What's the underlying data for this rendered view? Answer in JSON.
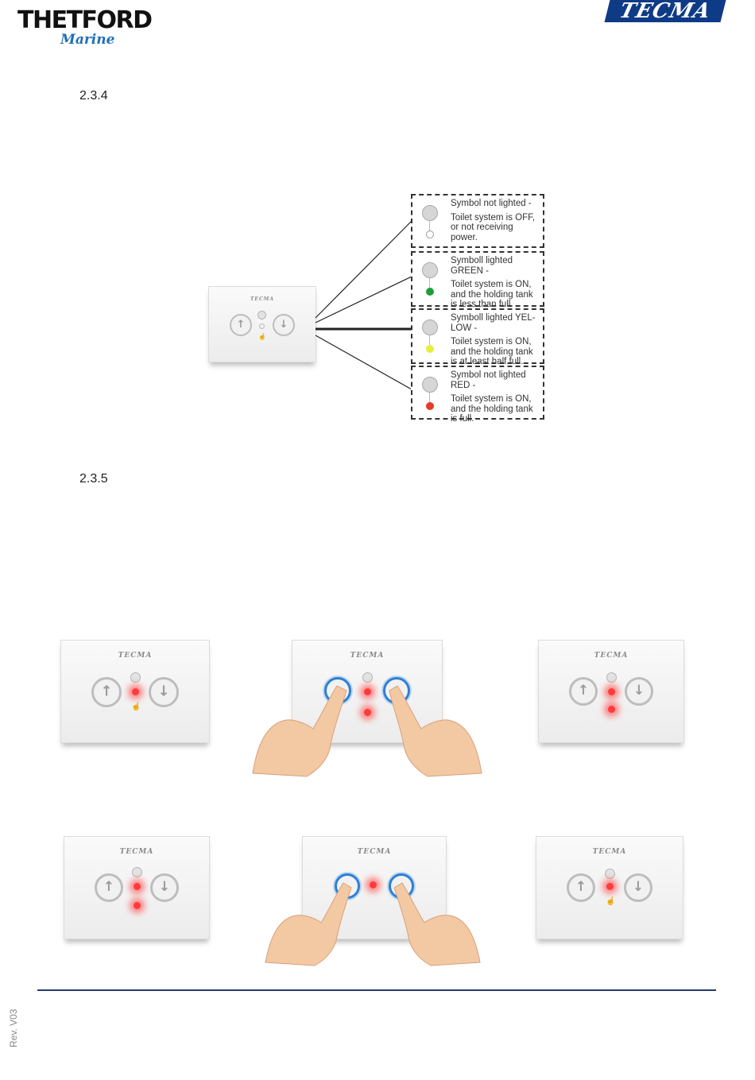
{
  "header": {
    "thetford_word": "THETFORD",
    "thetford_sub": "Marine",
    "tecma_logo": "TECMA"
  },
  "sections": [
    {
      "number": "2.3.4"
    },
    {
      "number": "2.3.5"
    }
  ],
  "panel_brand": "TECMA",
  "legend": [
    {
      "title": "Symbol not lighted -",
      "body": "Toilet system is OFF, or not receiving power.",
      "led_color": "#ffffff"
    },
    {
      "title": "Symboll lighted GREEN -",
      "body": "Toilet system is ON, and the holding tank is less than full.",
      "led_color": "#1e9e3a"
    },
    {
      "title": "Symboll lighted YEL-LOW -",
      "body": "Toilet system is ON, and the holding tank is at least half full.",
      "led_color": "#e8ee3a"
    },
    {
      "title": "Symbol not lighted RED -",
      "body": "Toilet system is ON, and the holding tank is full.",
      "led_color": "#e53a2c"
    }
  ],
  "footer": {
    "revision": "Rev. V03"
  },
  "colors": {
    "footer_line": "#243a6b",
    "tecma_blue": "#0f3a86",
    "led_red": "#ff3b3b",
    "button_active": "#2f7fd1"
  }
}
